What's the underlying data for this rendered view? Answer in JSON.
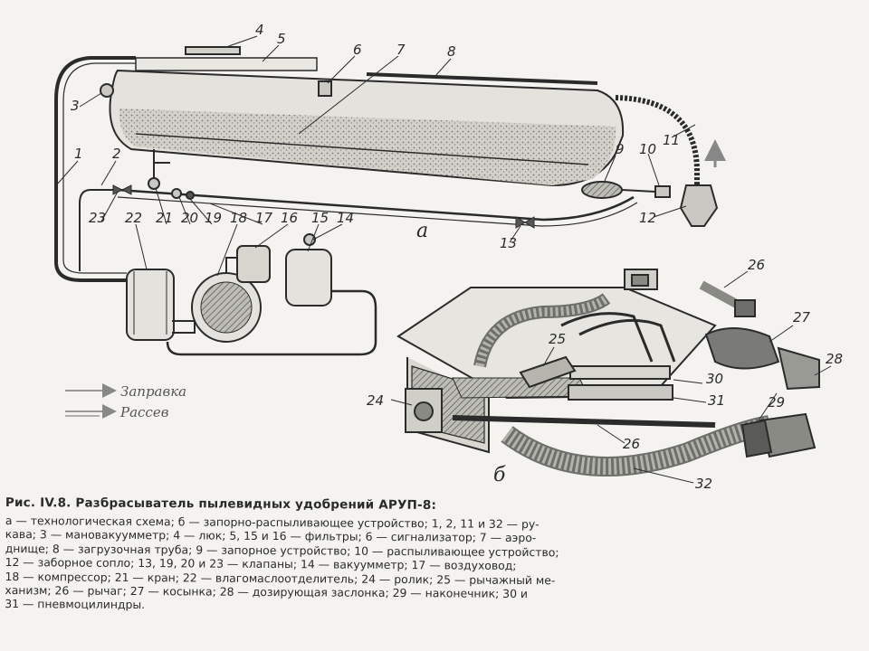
{
  "figure": {
    "sub_labels": {
      "a": "а",
      "b": "б"
    },
    "legend": [
      {
        "text": "Заправка",
        "arrow": "single"
      },
      {
        "text": "Рассев",
        "arrow": "double"
      }
    ],
    "callouts": {
      "c1": "1",
      "c2": "2",
      "c3": "3",
      "c4": "4",
      "c5": "5",
      "c6": "6",
      "c7": "7",
      "c8": "8",
      "c9": "9",
      "c10": "10",
      "c11": "11",
      "c12": "12",
      "c13": "13",
      "c14": "14",
      "c15": "15",
      "c16": "16",
      "c17": "17",
      "c18": "18",
      "c19": "19",
      "c20": "20",
      "c21": "21",
      "c22": "22",
      "c23": "23",
      "c24": "24",
      "c25": "25",
      "c26a": "26",
      "c26b": "26",
      "c27": "27",
      "c28": "28",
      "c29": "29",
      "c30": "30",
      "c31": "31",
      "c32": "32"
    }
  },
  "caption": {
    "title": "Рис. IV.8. Разбрасыватель пылевидных удобрений АРУП-8:",
    "lines": [
      "а — технологическая схема; б — запорно-распыливающее устройство; 1, 2, 11 и 32 — ру-",
      "кава; 3 — мановакуумметр; 4 — люк; 5, 15 и 16 — фильтры; 6 — сигнализатор; 7 — аэро-",
      "днище; 8 — загрузочная труба; 9 — запорное устройство; 10 — распыливающее устройство;",
      "12 — заборное сопло; 13, 19, 20 и 23 — клапаны; 14 — вакуумметр; 17 — воздуховод;",
      "18 — компрессор; 21 — кран; 22 — влагомаслоотделитель; 24 — ролик; 25 — рычажный ме-",
      "ханизм; 26 — рычаг; 27 — косынка; 28 — дозирующая заслонка; 29 — наконечник; 30 и",
      "31 — пневмоцилиндры."
    ]
  },
  "colors": {
    "ink": "#2b2b2b",
    "paper": "#f4f3ef",
    "fill_gray": "#c9c8c2",
    "fill_dark": "#6e6e6a"
  }
}
